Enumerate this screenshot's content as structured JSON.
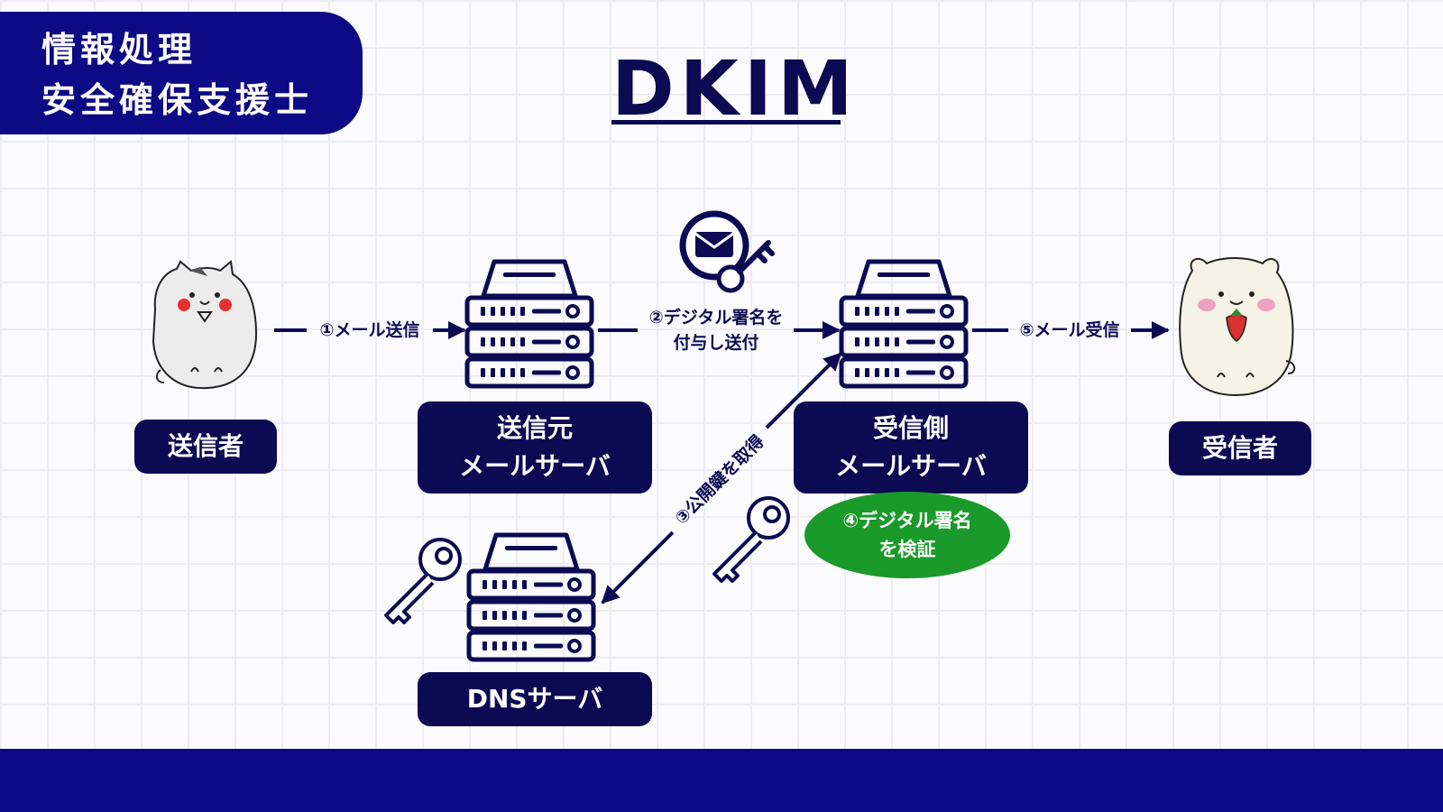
{
  "header": {
    "badge_line1": "情報処理",
    "badge_line2": "安全確保支援士",
    "title": "DKIM"
  },
  "nodes": {
    "sender": "送信者",
    "sending_server_line1": "送信元",
    "sending_server_line2": "メールサーバ",
    "receiving_server_line1": "受信側",
    "receiving_server_line2": "メールサーバ",
    "recipient": "受信者",
    "dns_server": "DNSサーバ"
  },
  "steps": {
    "step1": "①メール送信",
    "step2_line1": "②デジタル署名を",
    "step2_line2": "付与し送付",
    "step3": "③公開鍵を取得",
    "step4_line1": "④デジタル署名",
    "step4_line2": "を検証",
    "step5": "⑤メール受信"
  },
  "colors": {
    "navy": "#0c0a52",
    "badge_blue": "#0c0a85",
    "verify_green": "#1a9a2a"
  },
  "icons": [
    "server-icon",
    "key-icon",
    "envelope-key-icon",
    "cat-character-icon",
    "hamster-character-icon"
  ]
}
